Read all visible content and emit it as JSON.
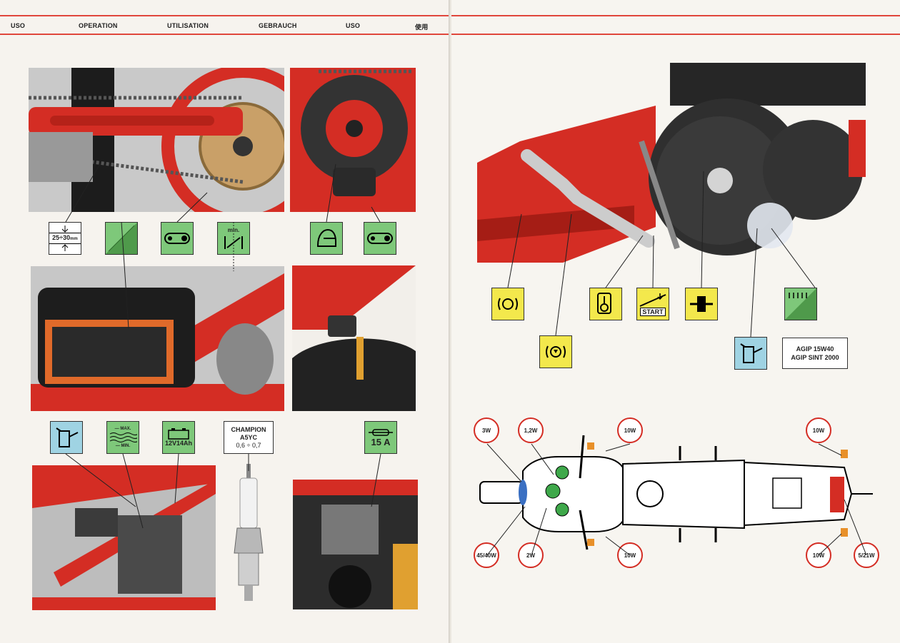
{
  "header": {
    "labels": [
      "USO",
      "OPERATION",
      "UTILISATION",
      "GEBRAUCH",
      "USO",
      "使用"
    ]
  },
  "left_page": {
    "chain_slack": "25÷30",
    "chain_slack_unit": "mm",
    "oil_min": "min.",
    "coolant_max": "MAX.",
    "coolant_min": "MIN.",
    "battery_plus": "+",
    "battery_minus": "−",
    "battery_spec": "12V14Ah",
    "spark_plug_brand": "CHAMPION",
    "spark_plug_model": "A5YC",
    "spark_plug_gap": "0,6 ÷ 0,7",
    "fuse_rating": "15 A"
  },
  "right_page": {
    "start_label": "START",
    "oil_spec_line1": "AGIP 15W40",
    "oil_spec_line2": "AGIP SINT 2000",
    "bulbs": {
      "top_left_1": "3W",
      "top_left_2": "1,2W",
      "top_mid": "10W",
      "top_right": "10W",
      "bottom_left_1": "45/40W",
      "bottom_left_2": "2W",
      "bottom_mid": "10W",
      "bottom_right_1": "10W",
      "bottom_right_2": "5/21W"
    }
  },
  "colors": {
    "frame_red": "#d42d24",
    "icon_green": "#7ec87a",
    "icon_yellow": "#f3e84c",
    "icon_blue": "#9fd3e3",
    "rule_red": "#e0463c"
  }
}
